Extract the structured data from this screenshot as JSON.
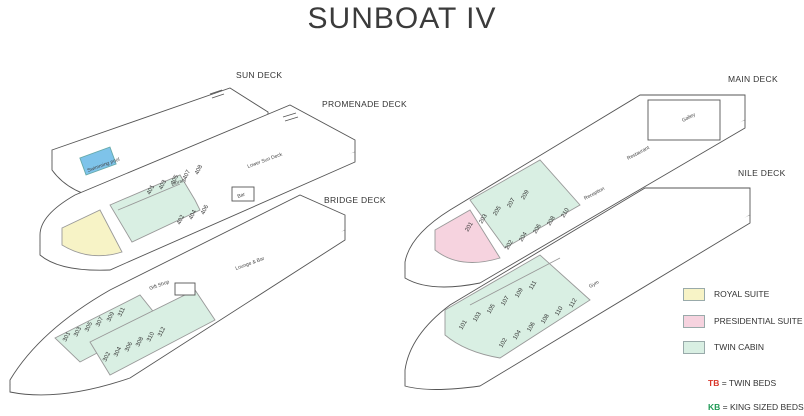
{
  "title": "SUNBOAT IV",
  "decks": {
    "sun": "SUN DECK",
    "promenade": "PROMENADE DECK",
    "bridge": "BRIDGE DECK",
    "main": "MAIN DECK",
    "nile": "NILE DECK"
  },
  "areas": {
    "pool": "Swimming pool",
    "library": "Library",
    "sun_deck": "Lower Sun Deck",
    "bar": "Bar",
    "gift_shop": "Gift Shop",
    "lounge": "Lounge & Bar",
    "reception": "Reception",
    "restaurant": "Restaurant",
    "galley": "Galley",
    "gym": "Gym"
  },
  "legend": {
    "royal": "ROYAL SUITE",
    "presidential": "PRESIDENTIAL SUITE",
    "twin": "TWIN CABIN",
    "tb_code": "TB",
    "tb_label": "= TWIN BEDS",
    "kb_code": "KB",
    "kb_label": "= KING SIZED BEDS"
  },
  "colors": {
    "royal": "#f7f3c6",
    "presidential": "#f6d3df",
    "twin": "#d9efe3",
    "twin_beds": "#d9372b",
    "king_beds": "#1f9a55"
  },
  "cabins": {
    "promenade": [
      "401",
      "403",
      "405",
      "407",
      "408",
      "402",
      "404",
      "406"
    ],
    "bridge": [
      "301",
      "303",
      "305",
      "307",
      "309",
      "311",
      "302",
      "304",
      "306",
      "308",
      "310",
      "312"
    ],
    "main": [
      "201",
      "203",
      "205",
      "207",
      "209",
      "202",
      "204",
      "206",
      "208",
      "210"
    ],
    "nile": [
      "101",
      "103",
      "105",
      "107",
      "109",
      "111",
      "102",
      "104",
      "106",
      "108",
      "110",
      "112"
    ]
  }
}
